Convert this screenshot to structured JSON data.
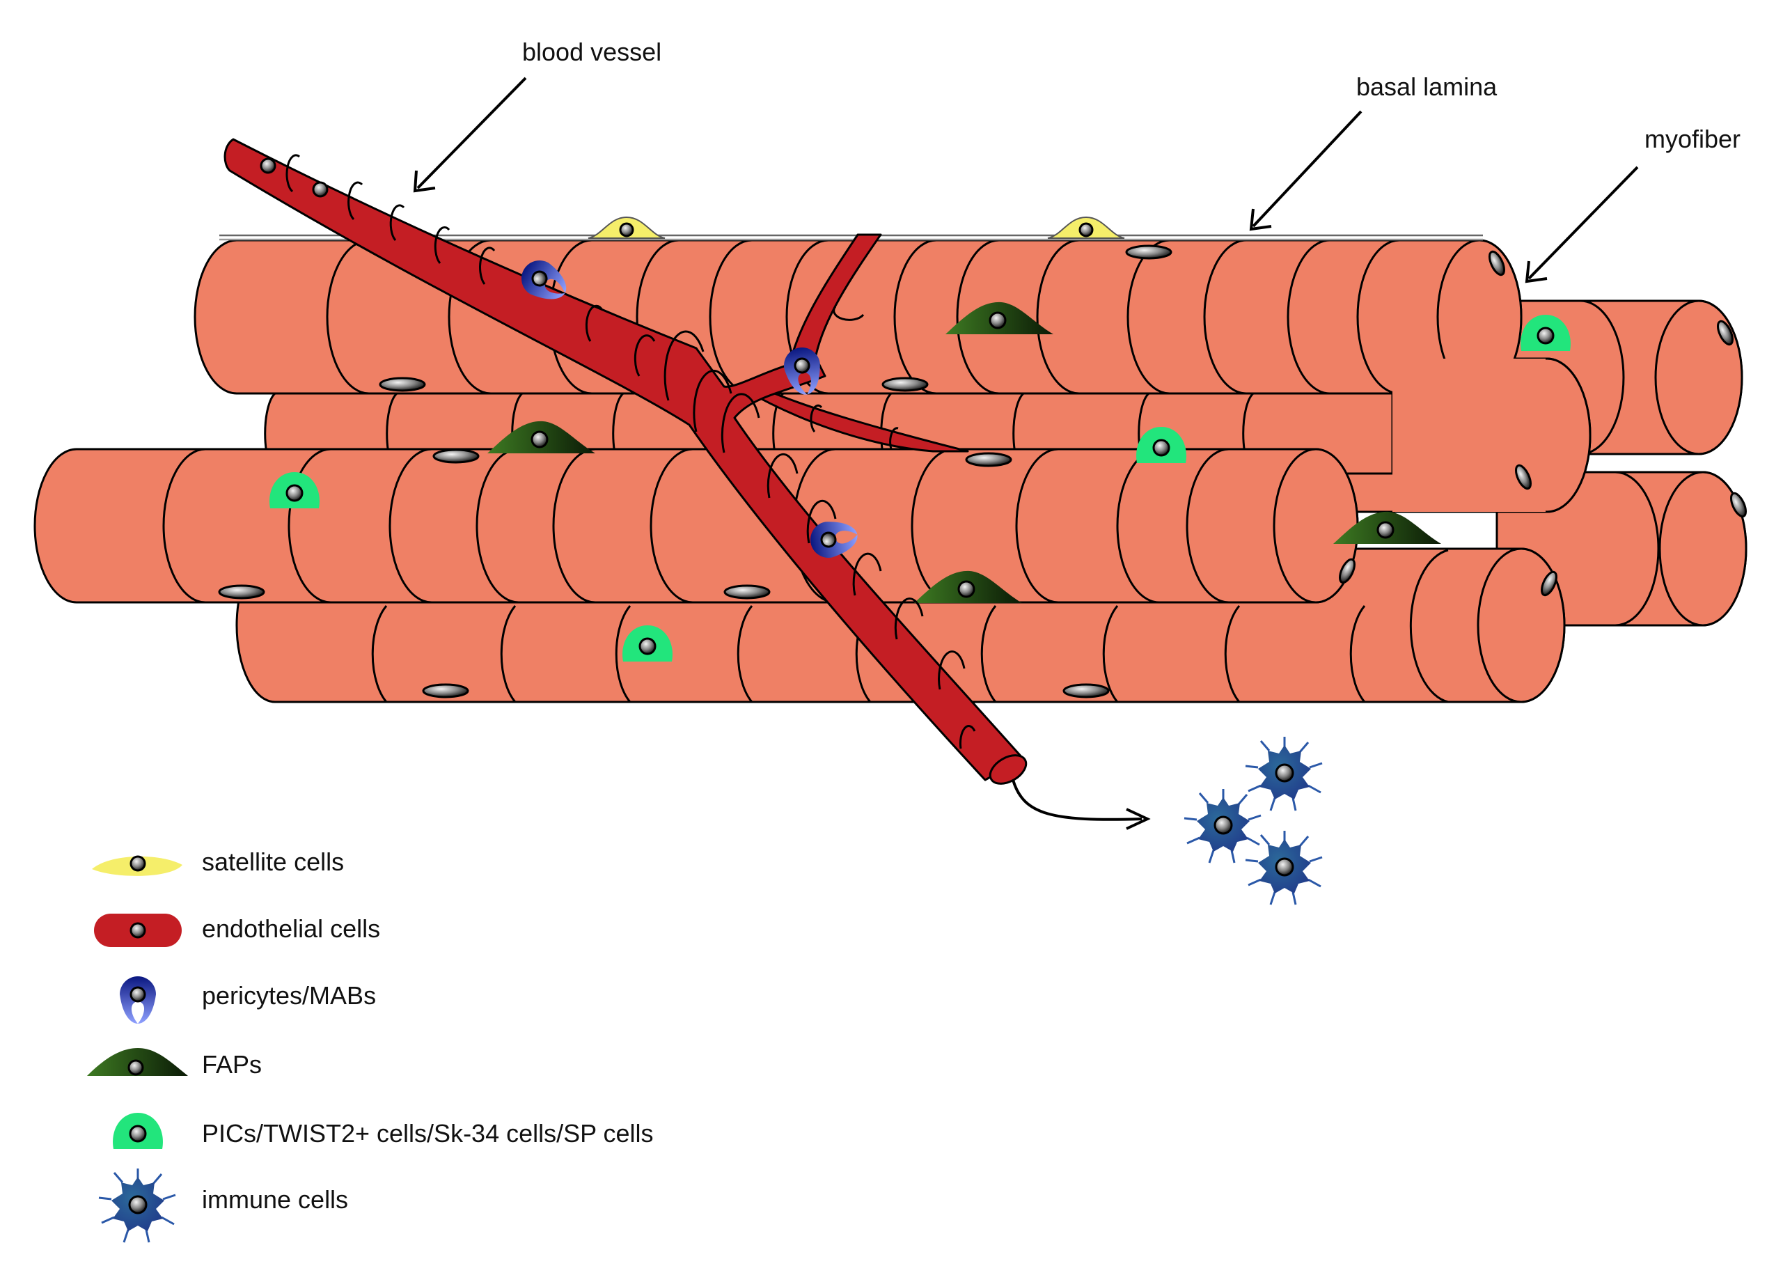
{
  "labels": {
    "blood_vessel": "blood vessel",
    "basal_lamina": "basal lamina",
    "myofiber": "myofiber"
  },
  "legend": [
    {
      "icon": "satellite-cell-icon",
      "text": "satellite cells"
    },
    {
      "icon": "endothelial-cell-icon",
      "text": "endothelial cells"
    },
    {
      "icon": "pericyte-icon",
      "text": "pericytes/MABs"
    },
    {
      "icon": "fap-icon",
      "text": "FAPs"
    },
    {
      "icon": "pic-icon",
      "text": "PICs/TWIST2+ cells/Sk-34 cells/SP cells"
    },
    {
      "icon": "immune-cell-icon",
      "text": "immune cells"
    }
  ],
  "colors": {
    "myofiber": "#ef8065",
    "vessel": "#c41e24",
    "satellite": "#f5ee6a",
    "pic": "#22e57c",
    "fap": "#2e5b1b",
    "pericyte": "#1b2aa0",
    "immune": "#2a5a86"
  }
}
